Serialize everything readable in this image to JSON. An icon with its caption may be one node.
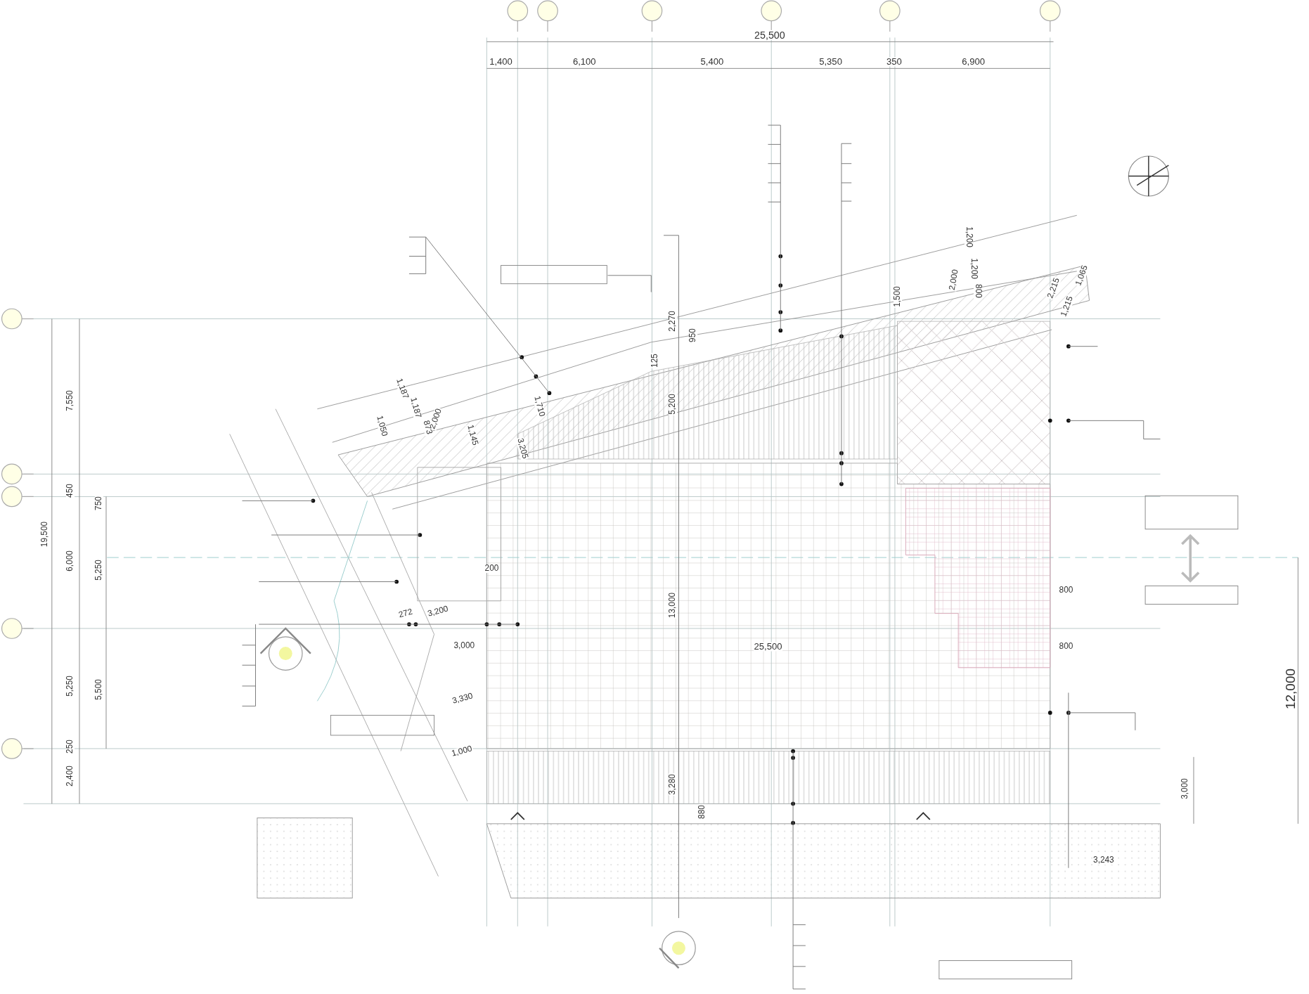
{
  "diagram": {
    "labels": [
      "25,500",
      "1,400",
      "6,100",
      "5,400",
      "5,350",
      "350",
      "6,900",
      "1,200",
      "2,000",
      "1,200",
      "800",
      "2,215",
      "1,065",
      "1,500",
      "1,215",
      "2,270",
      "950",
      "125",
      "1,187",
      "1,187",
      "2,000",
      "873",
      "1,050",
      "1,145",
      "1,710",
      "5,200",
      "3,205",
      "7,550",
      "450",
      "750",
      "19,500",
      "6,000",
      "5,250",
      "200",
      "272",
      "3,200",
      "13,000",
      "800",
      "3,000",
      "25,500",
      "800",
      "5,250",
      "5,500",
      "3,330",
      "12,000",
      "250",
      "1,000",
      "2,400",
      "3,280",
      "3,000",
      "880",
      "3,243"
    ]
  }
}
